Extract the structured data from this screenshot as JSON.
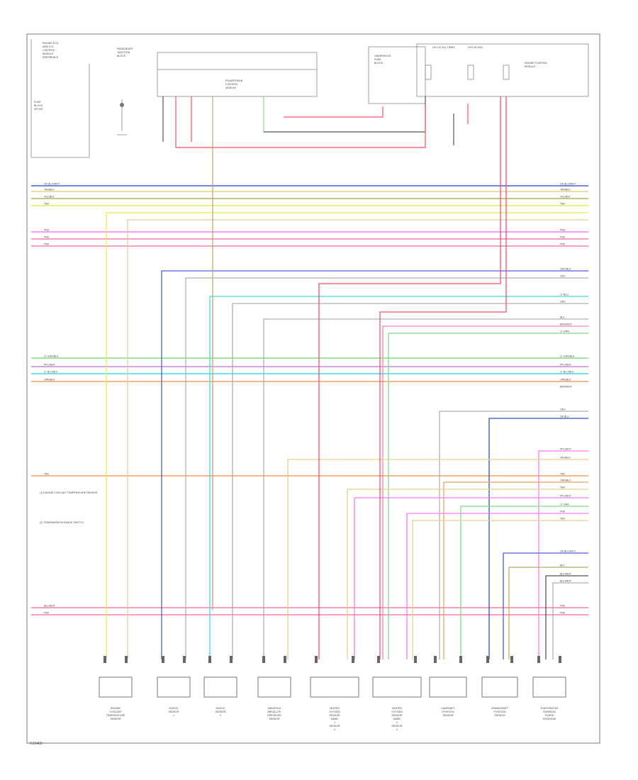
{
  "header_labels": {
    "top_left": [
      "ENGINE ECU",
      "ABS/TCS",
      "CONTROL",
      "MODULE",
      "REFERENCE"
    ],
    "top_mid": [
      "PASSENGER",
      "JUNCTION",
      "BLOCK"
    ],
    "fuse_box": [
      "UNDERHOOD",
      "FUSE",
      "BLOCK"
    ],
    "right_top": [
      "HOT AT ALL TIMES",
      "HOT IN RUN",
      "ENGINE CONTROL",
      "MODULE"
    ],
    "mid_block": [
      "POWERTRAIN",
      "CONTROL",
      "MODULE"
    ],
    "fuse_left": [
      "FUSE",
      "BLOCK",
      "SPLICE"
    ]
  },
  "left_notes": [
    "(1) ENGINE COOLANT TEMPERATURE SENSOR",
    "(2) TRANSMISSION RANGE SWITCH"
  ],
  "footer_code": "G10402",
  "wire_labels_right": [
    "DK BLU/WHT",
    "TAN/BLK",
    "YEL/BLK",
    "TAN",
    "PNK",
    "PNK",
    "PNK",
    "GRY/BLK",
    "GRY",
    "LT BLU",
    "GRY",
    "BLK",
    "BRN/WHT",
    "LT GRN",
    "LT GRN/BLK",
    "PPL/WHT",
    "LT BLU/BLK",
    "ORN/BLK",
    "BRN/WHT",
    "GRY",
    "DK BLU",
    "PPL/WHT",
    "TAN/BLK",
    "TAN",
    "ORN/BLK",
    "TAN",
    "PPL/WHT",
    "LT GRN",
    "PNK",
    "TAN",
    "DK BLU/WHT",
    "BLK",
    "BLK/WHT",
    "BLK/WHT",
    "PNK",
    "PNK"
  ],
  "wire_labels_left": [
    "DK BLU/WHT",
    "TAN/BLK",
    "YEL/BLK",
    "TAN",
    "PNK",
    "PNK",
    "PNK",
    "LT GRN/BLK",
    "PPL/WHT",
    "LT BLU/BLK",
    "ORN/BLK",
    "TAN",
    "BLK/WHT",
    "PNK",
    "PNK"
  ],
  "components": [
    "ENGINE COOLANT TEMPERATURE SENSOR",
    "KNOCK SENSOR 1",
    "KNOCK SENSOR 2",
    "MANIFOLD ABSOLUTE PRESSURE SENSOR",
    "HEATED OXYGEN SENSOR BANK 1 SENSOR 1",
    "HEATED OXYGEN SENSOR BANK 2 SENSOR 1",
    "CAMSHAFT POSITION SENSOR",
    "CRANKSHAFT POSITION SENSOR",
    "EVAPORATIVE EMISSION PURGE SOLENOID"
  ],
  "colors": {
    "yellow": "#f2e84a",
    "tan": "#e8cf8c",
    "pink": "#ff7fb0",
    "magenta": "#f27cf2",
    "blue": "#4a5fd9",
    "dark_blue": "#3050c8",
    "cyan": "#40d8e8",
    "green": "#7ee07e",
    "orange": "#f0a060",
    "red": "#ff4d6a",
    "grey": "#b0b0b0",
    "black": "#555555",
    "olive": "#b8b060",
    "violet": "#c28ae0"
  }
}
